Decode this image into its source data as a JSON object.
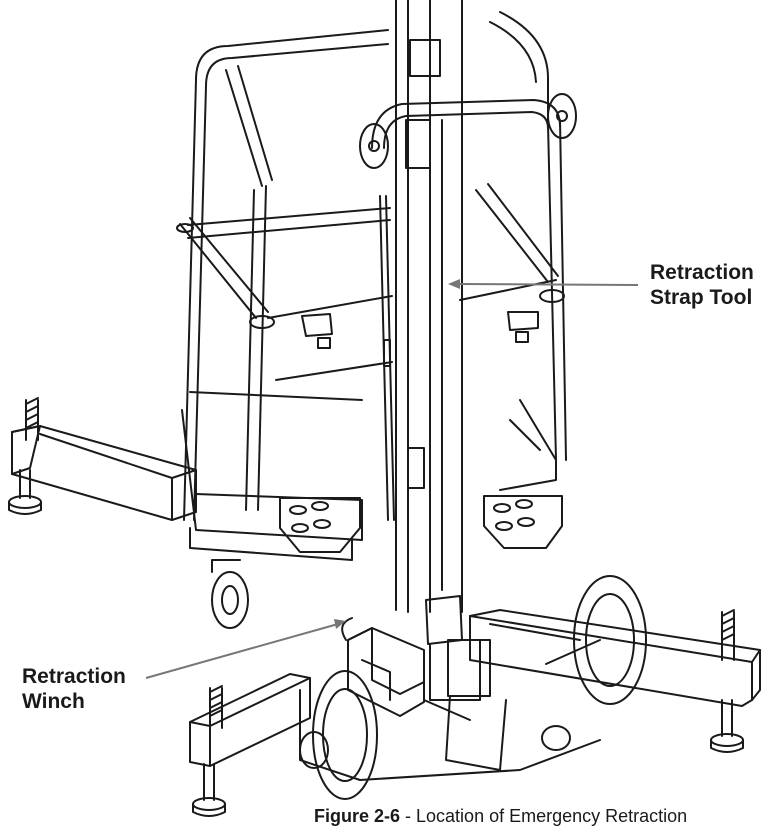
{
  "callouts": {
    "strap_tool": [
      "Retraction",
      "Strap Tool"
    ],
    "winch": [
      "Retraction",
      "Winch"
    ]
  },
  "caption": {
    "figure_number": "Figure 2-6",
    "text": " - Location of Emergency Retraction"
  },
  "colors": {
    "line": "#1a1a1a",
    "leader": "#777777"
  }
}
